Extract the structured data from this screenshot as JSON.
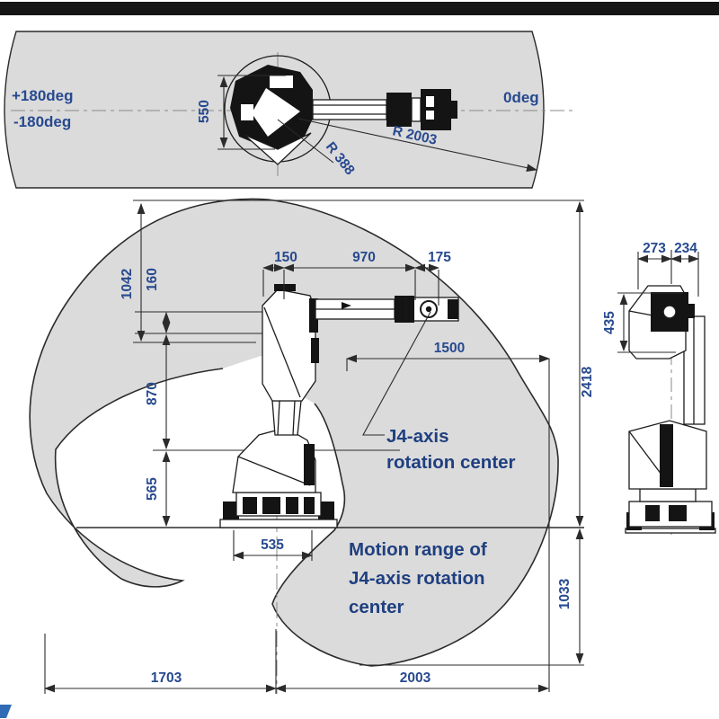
{
  "top_view": {
    "plus_label": "+180deg",
    "minus_label": "-180deg",
    "zero_label": "0deg",
    "dim_550": "550",
    "radius_388": "R 388",
    "radius_2003": "R 2003"
  },
  "side_view": {
    "dim_1042": "1042",
    "dim_160": "160",
    "dim_870": "870",
    "dim_565": "565",
    "dim_535": "535",
    "dim_150": "150",
    "dim_970": "970",
    "dim_175": "175",
    "dim_1500": "1500",
    "dim_2418": "2418",
    "dim_1033": "1033",
    "dim_1703": "1703",
    "dim_2003": "2003",
    "j4_label_lines": [
      "J4-axis",
      "rotation center"
    ],
    "motion_range_label_lines": [
      "Motion range of",
      "J4-axis rotation",
      "center"
    ]
  },
  "end_view": {
    "dim_273": "273",
    "dim_234": "234",
    "dim_435": "435"
  },
  "colors": {
    "envelope_fill": "#dbdbdb",
    "dimension_text": "#27498f",
    "label_text": "#1f3f80",
    "line": "#2b2b2b",
    "top_bar": "#151515",
    "logo_blue": "#2f6cb5"
  }
}
